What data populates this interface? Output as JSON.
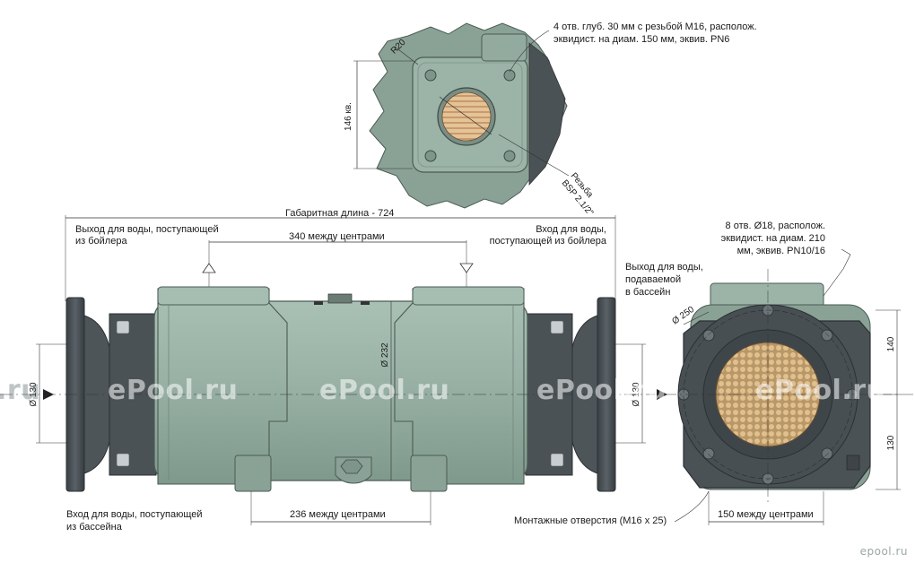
{
  "colors": {
    "body": "#98b0a4",
    "body_dark": "#7d968b",
    "flange": "#3e4448",
    "flange_light": "#5d656a",
    "tubes": "#d8b07a",
    "line": "#333333"
  },
  "watermark": "ePool.ru",
  "watermark_edge_left": ".ru",
  "brand_mark": "epool.ru",
  "end_view": {
    "r20": "R20",
    "width": "146 кв.",
    "holes_note_1": "4 отв. глуб. 30 мм с резьбой M16, располож.",
    "holes_note_2": "эквидист. на диам. 150 мм, эквив. PN6",
    "thread_1": "Резьба",
    "thread_2": "BSP 2.1/2\""
  },
  "side_view": {
    "overall_length": "Габаритная длина - 724",
    "top_centers": "340 между центрами",
    "bottom_centers": "236 между центрами",
    "outlet_boiler_1": "Выход для воды, поступающей",
    "outlet_boiler_2": "из бойлера",
    "inlet_boiler_1": "Вход для воды,",
    "inlet_boiler_2": "поступающей из бойлера",
    "inlet_pool_1": "Вход для воды, поступающей",
    "inlet_pool_2": "из бассейна",
    "dia_body": "Ø 232",
    "dia_left": "Ø 130",
    "dia_right": "Ø 130"
  },
  "flange_view": {
    "holes_note_1": "8 отв. Ø18, располож.",
    "holes_note_2": "эквидист. на диам. 210",
    "holes_note_3": "мм, эквив. PN10/16",
    "outlet_pool_1": "Выход для воды,",
    "outlet_pool_2": "подаваемой",
    "outlet_pool_3": "в бассейн",
    "dia_250": "Ø 250",
    "dim_140": "140",
    "dim_130": "130",
    "mount_holes": "Монтажные отверстия (M16 x 25)",
    "bottom_centers": "150 между центрами"
  }
}
